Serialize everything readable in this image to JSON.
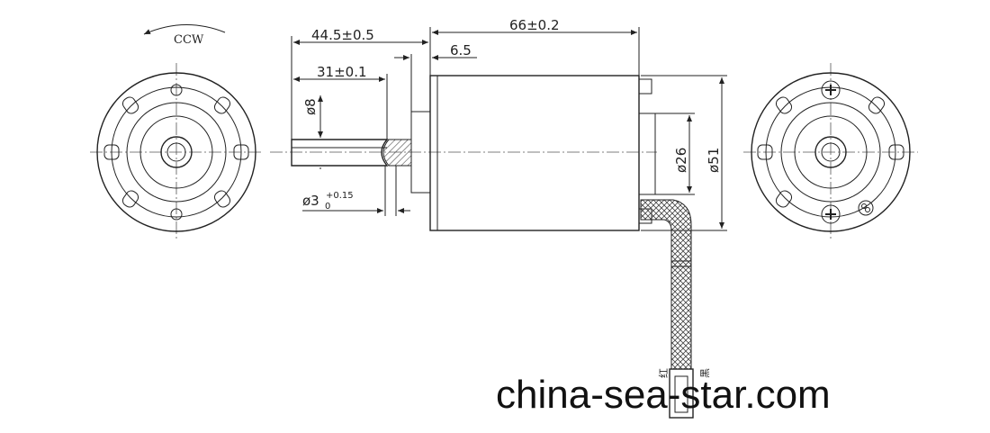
{
  "drawing": {
    "rotation_label": "CCW",
    "dimensions": {
      "overall_length": "66±0.2",
      "shaft_length": "44.5±0.5",
      "shaft_flat_length": "31±0.1",
      "flange_offset": "6.5",
      "shaft_diameter": "ø8",
      "flat_depth_base": "ø3",
      "flat_depth_sub": "0",
      "flat_depth_sup": "+0.15",
      "boss_diameter": "ø26",
      "body_diameter": "ø51"
    },
    "wire_labels": {
      "left": "红",
      "right": "黑"
    },
    "watermark": "china-sea-star.com"
  }
}
